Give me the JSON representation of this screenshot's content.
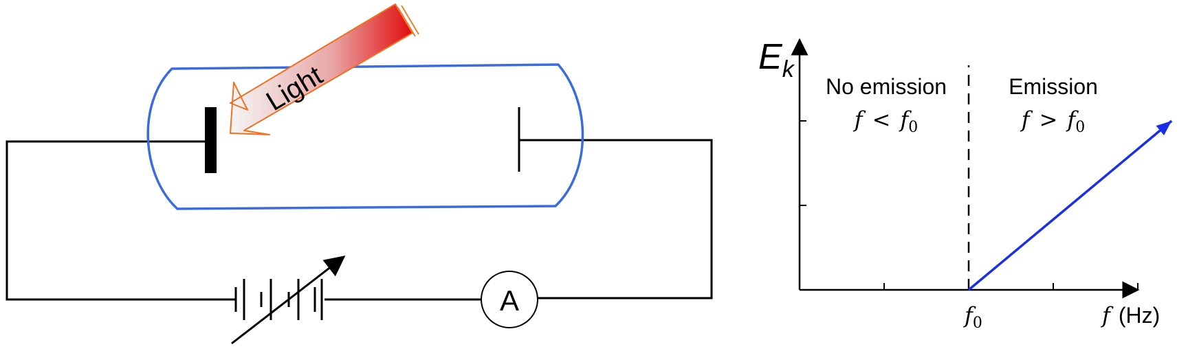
{
  "circuit": {
    "light_label": "Light",
    "ammeter_label": "A",
    "tube_color": "#3b6be0",
    "arrow_gradient": [
      "#f7f7f7",
      "#e0b0b0",
      "#e01010"
    ]
  },
  "chart_data": {
    "type": "line",
    "ylabel": "E",
    "ylabel_sub": "k",
    "xlabel": "f",
    "xlabel_unit": "(Hz)",
    "threshold_tick": "f",
    "threshold_tick_sub": "0",
    "regions": [
      {
        "title": "No emission",
        "cond_var": "f",
        "cond_op": "<",
        "cond_ref": "f",
        "cond_sub": "0"
      },
      {
        "title": "Emission",
        "cond_var": "f",
        "cond_op": ">",
        "cond_ref": "f",
        "cond_sub": "0"
      }
    ],
    "x_ticks": [
      1,
      2,
      3,
      4
    ],
    "y_ticks": [
      1,
      2
    ],
    "threshold": 2,
    "xlim": [
      0,
      4.2
    ],
    "ylim": [
      0,
      3
    ],
    "series": [
      {
        "points": [
          [
            2,
            0
          ],
          [
            4.4,
            2.0
          ]
        ],
        "color": "#1a2ee8"
      }
    ],
    "grid": false
  }
}
